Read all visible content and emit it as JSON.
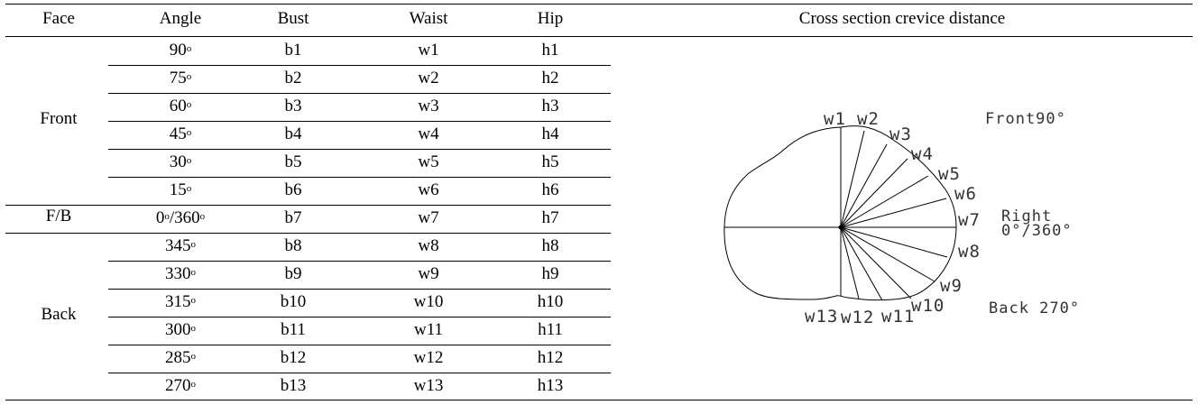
{
  "table": {
    "headers": {
      "face": "Face",
      "angle": "Angle",
      "bust": "Bust",
      "waist": "Waist",
      "hip": "Hip",
      "diagram": "Cross section crevice distance"
    },
    "groups": [
      {
        "face": "Front",
        "rows": [
          0,
          1,
          2,
          3,
          4,
          5
        ]
      },
      {
        "face": "F/B",
        "rows": [
          6
        ]
      },
      {
        "face": "Back",
        "rows": [
          7,
          8,
          9,
          10,
          11,
          12
        ]
      }
    ],
    "rows": [
      {
        "angle": "90",
        "deg": "o",
        "bust": "b1",
        "waist": "w1",
        "hip": "h1"
      },
      {
        "angle": "75",
        "deg": "o",
        "bust": "b2",
        "waist": "w2",
        "hip": "h2"
      },
      {
        "angle": "60",
        "deg": "o",
        "bust": "b3",
        "waist": "w3",
        "hip": "h3"
      },
      {
        "angle": "45",
        "deg": "o",
        "bust": "b4",
        "waist": "w4",
        "hip": "h4"
      },
      {
        "angle": "30",
        "deg": "o",
        "bust": "b5",
        "waist": "w5",
        "hip": "h5"
      },
      {
        "angle": "15",
        "deg": "o",
        "bust": "b6",
        "waist": "w6",
        "hip": "h6"
      },
      {
        "angle": "0/360",
        "deg": "o",
        "bust": "b7",
        "waist": "w7",
        "hip": "h7"
      },
      {
        "angle": "345",
        "deg": "o",
        "bust": "b8",
        "waist": "w8",
        "hip": "h8"
      },
      {
        "angle": "330",
        "deg": "o",
        "bust": "b9",
        "waist": "w9",
        "hip": "h9"
      },
      {
        "angle": "315",
        "deg": "o",
        "bust": "b10",
        "waist": "w10",
        "hip": "h10"
      },
      {
        "angle": "300",
        "deg": "o",
        "bust": "b11",
        "waist": "w11",
        "hip": "h11"
      },
      {
        "angle": "285",
        "deg": "o",
        "bust": "b12",
        "waist": "w12",
        "hip": "h12"
      },
      {
        "angle": "270",
        "deg": "o",
        "bust": "b13",
        "waist": "w13",
        "hip": "h13"
      }
    ]
  },
  "diagram": {
    "labels": {
      "front": "Front90°",
      "right_line1": "Right",
      "right_line2": "0°/360°",
      "back": "Back 270°"
    },
    "points": [
      "w1",
      "w2",
      "w3",
      "w4",
      "w5",
      "w6",
      "w7",
      "w8",
      "w9",
      "w10",
      "w11",
      "w12",
      "w13"
    ]
  }
}
